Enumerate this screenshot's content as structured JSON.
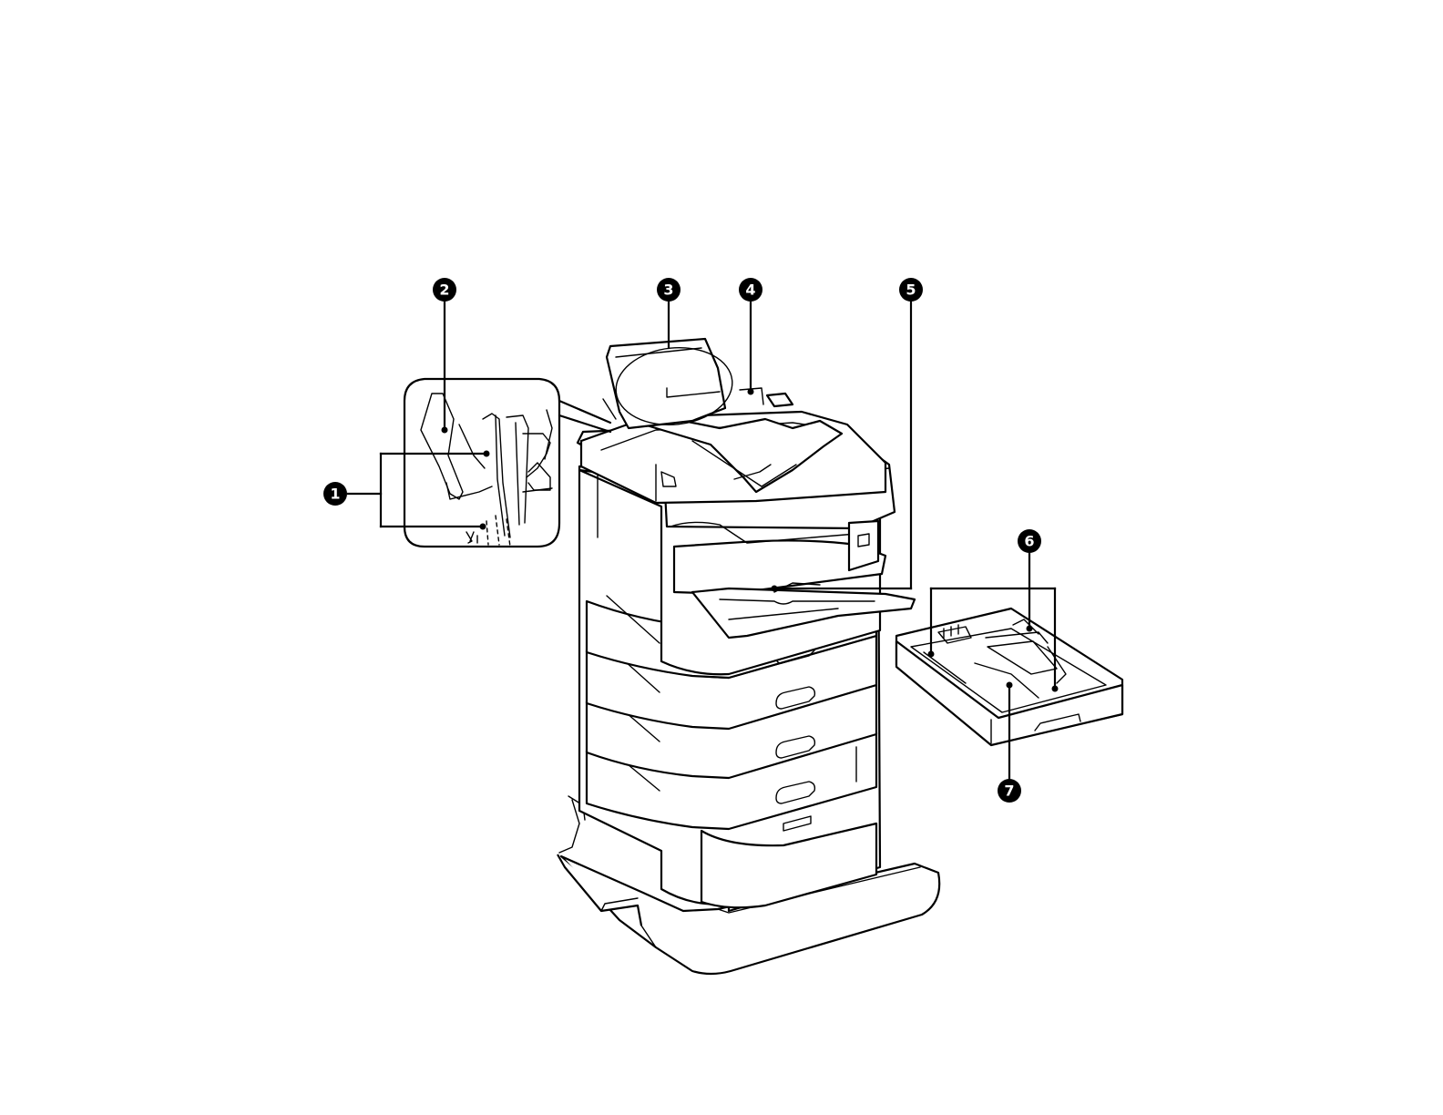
{
  "figure": {
    "colors": {
      "line": "#000000",
      "background": "#ffffff",
      "callout_fill": "#000000",
      "callout_text": "#ffffff"
    },
    "callouts": [
      {
        "id": "1",
        "label": "1"
      },
      {
        "id": "2",
        "label": "2"
      },
      {
        "id": "3",
        "label": "3"
      },
      {
        "id": "4",
        "label": "4"
      },
      {
        "id": "5",
        "label": "5"
      },
      {
        "id": "6",
        "label": "6"
      },
      {
        "id": "7",
        "label": "7"
      }
    ]
  }
}
